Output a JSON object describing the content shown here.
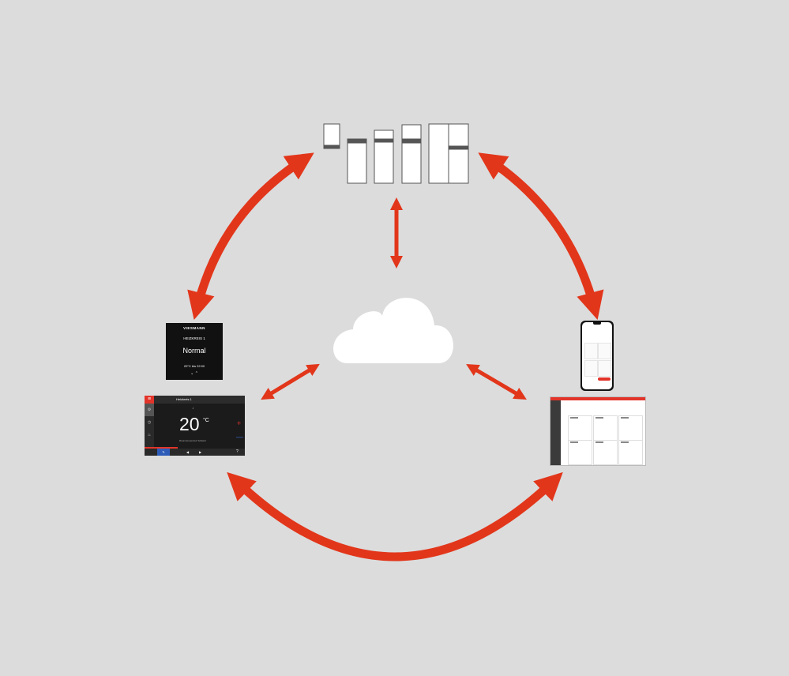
{
  "wall_panel": {
    "brand": "VIESMANN",
    "circuit": "HEIZKREIS 1",
    "mode": "Normal",
    "schedule": "20°C bis 22:00",
    "nav_glyphs": "⌄   ⌃"
  },
  "hmi_display": {
    "menu_glyph": "≡",
    "circuit_label": "Heizkreis 1",
    "temperature": "20",
    "unit": "°C",
    "caption": "Raumtemperatur Sollwert",
    "plus": "+",
    "minus": "—",
    "nav_left": "◀",
    "nav_right": "▶",
    "help": "?",
    "colors": {
      "accent": "#e3342a",
      "eco": "#2d5cb8"
    }
  },
  "diagram": {
    "arrow_color": "#e2361b",
    "background": "#dcdcdc",
    "devices": [
      "heat-generator-units",
      "cloud",
      "wall-panel",
      "hmi-display",
      "smartphone-app",
      "web-portal"
    ]
  }
}
